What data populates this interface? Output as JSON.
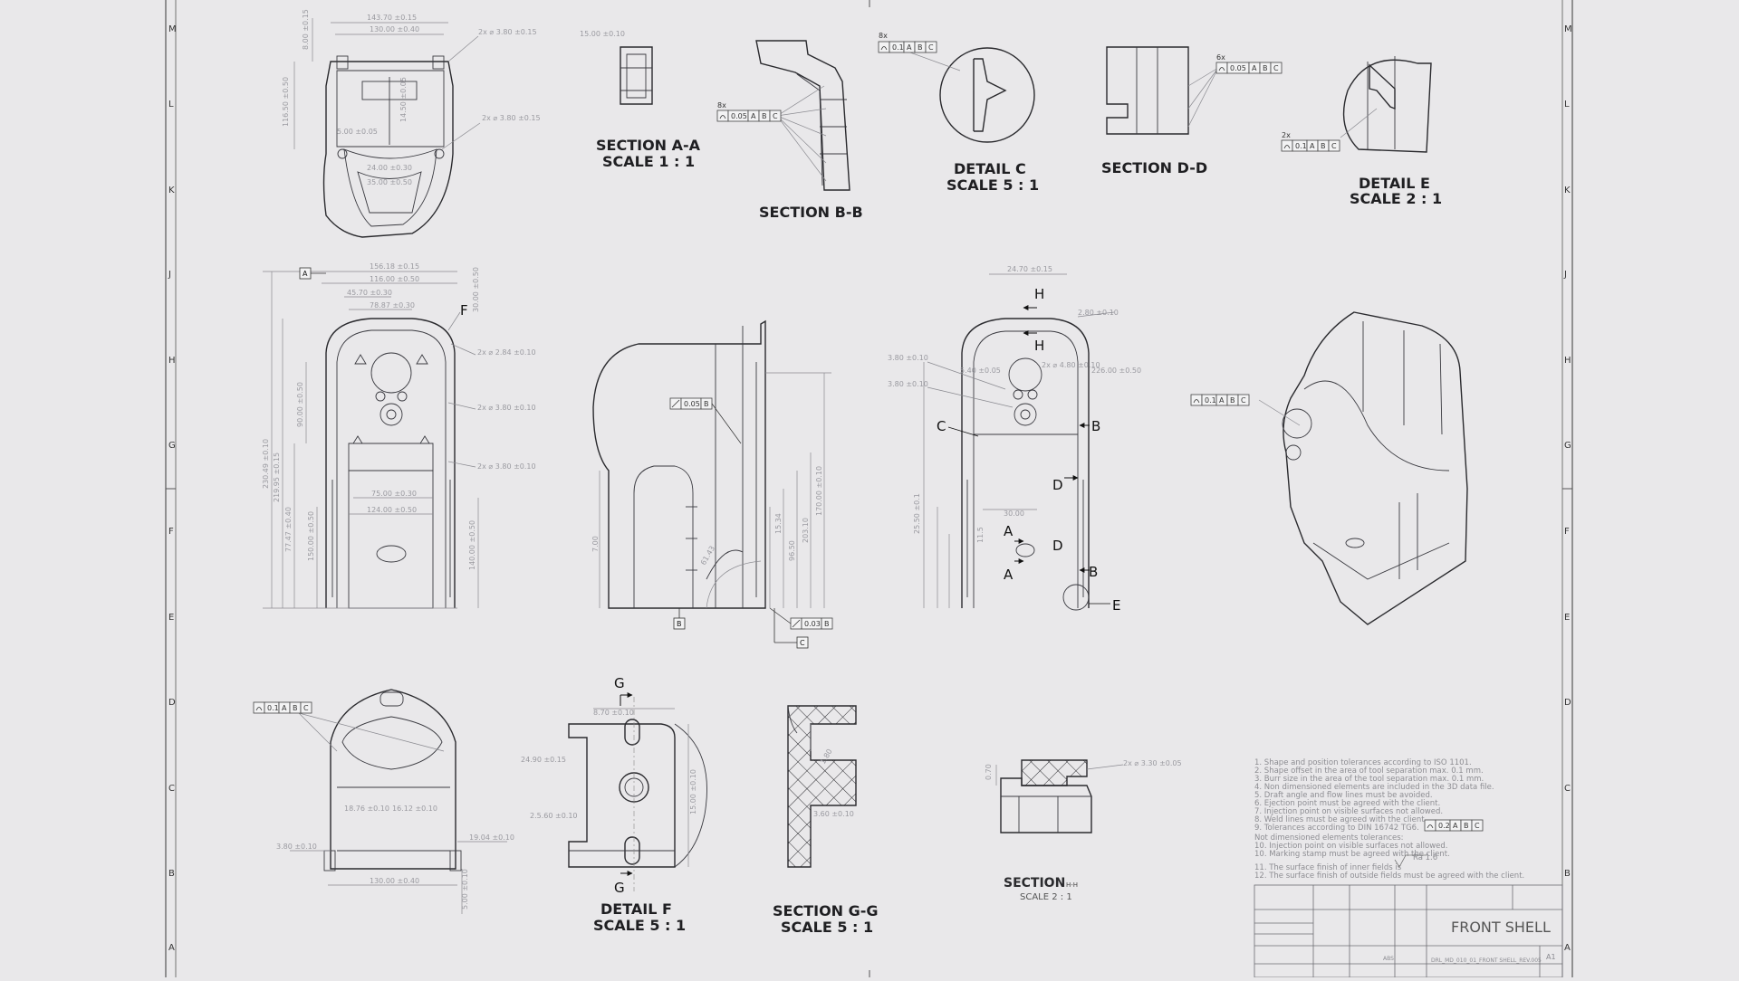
{
  "sheet": {
    "zones_left": [
      "M",
      "L",
      "K",
      "J",
      "H",
      "G",
      "F",
      "E",
      "D",
      "C",
      "B",
      "A"
    ],
    "zones_right": [
      "M",
      "L",
      "K",
      "J",
      "H",
      "G",
      "F",
      "E",
      "D",
      "C",
      "B",
      "A"
    ]
  },
  "views": {
    "section_aa": {
      "title": "SECTION A-A",
      "scale": "SCALE 1 : 1"
    },
    "section_bb": {
      "title": "SECTION B-B"
    },
    "detail_c": {
      "title": "DETAIL C",
      "scale": "SCALE 5 : 1"
    },
    "section_dd": {
      "title": "SECTION D-D"
    },
    "detail_e": {
      "title": "DETAIL E",
      "scale": "SCALE 2 : 1"
    },
    "detail_f": {
      "title": "DETAIL F",
      "scale": "SCALE 5 : 1"
    },
    "section_gg": {
      "title": "SECTION G-G",
      "scale": "SCALE 5 : 1"
    },
    "section_hh": {
      "title": "SECTION",
      "title_suffix": "H-H",
      "scale": "SCALE 2 : 1"
    }
  },
  "callouts": {
    "a": "A",
    "b": "B",
    "c": "C",
    "d": "D",
    "e": "E",
    "f": "F",
    "g": "G",
    "h": "H"
  },
  "gdt": {
    "profile_01_abc": [
      "0.1",
      "A",
      "B",
      "C"
    ],
    "profile_005_abc": [
      "0.05",
      "A",
      "B",
      "C"
    ],
    "flat_003_b": [
      "0.03",
      "B"
    ],
    "flat_005_b": [
      "0.05",
      "B"
    ],
    "count_2x": "2x",
    "count_6x": "6x",
    "count_8x": "8x",
    "datum_a": "A",
    "datum_b": "B",
    "datum_c": "C"
  },
  "dimensions": {
    "top_view": [
      "143.70 ±0.15",
      "130.00 ±0.40",
      "116.50 ±0.50",
      "8.00 ±0.15",
      "2x  ⌀ 3.80 ±0.15",
      "2x  ⌀ 3.80 ±0.15",
      "5.00 ±0.05",
      "24.00 ±0.30",
      "35.00 ±0.50",
      "14.50 ±0.05"
    ],
    "front_view": [
      "156.18 ±0.15",
      "116.00 ±0.50",
      "45.70 ±0.30",
      "78.87 ±0.30",
      "2x  ⌀ 2.84 ±0.10",
      "2x  ⌀ 3.80 ±0.10",
      "2x  ⌀ 3.80 ±0.10",
      "75.00 ±0.30",
      "124.00 ±0.50",
      "230.49 ±0.10",
      "219.95 ±0.15",
      "77.47 ±0.40",
      "90.00 ±0.50",
      "150.00 ±0.50",
      "140.00 ±0.50",
      "30.00 ±0.50"
    ],
    "rear_view": [
      "24.70 ±0.15",
      "2.80 ±0.10",
      "3.80 ±0.10",
      "3.80 ±0.10",
      "5.40 ±0.05",
      "2x  ⌀ 4.80 ±0.10",
      "226.00 ±0.50",
      "25.50 ±0.1",
      "30.00",
      "11.5"
    ],
    "bottom_view": [
      "0.1",
      "18.76 ±0.10",
      "16.12 ±0.10",
      "3.80 ±0.10",
      "19.04 ±0.10",
      "130.00 ±0.40",
      "5.00 ±0.10"
    ],
    "detail_f": [
      "8.70 ±0.10",
      "24.90 ±0.15",
      "2.5.60 ±0.10",
      "15.00 ±0.10"
    ],
    "section_gg": [
      "1.80",
      "3.60 ±0.10"
    ],
    "section_hh": [
      "2x  ⌀ 3.30 ±0.05",
      "0.70"
    ],
    "side_view": [
      "7.00",
      "15.34",
      "96.50",
      "170.00 ±0.10",
      "203.10",
      "61.43"
    ]
  },
  "notes": [
    "1. Shape and position tolerances according to ISO 1101.",
    "2. Shape offset in the area of tool separation max. 0.1 mm.",
    "3. Burr size in the area of the tool separation max. 0.1 mm.",
    "4. Non dimensioned elements are included in the 3D data file.",
    "5. Draft angle and flow lines must be avoided.",
    "6. Ejection point must be agreed with the client.",
    "7. Injection point on visible surfaces not allowed.",
    "8. Weld lines must be agreed with the client.",
    "9. Tolerances according to DIN 16742 TG6.",
    "Not dimensioned elements tolerances:",
    "10. Injection point on visible surfaces not allowed.",
    "10. Marking stamp must be agreed with the client.",
    "11. The surface finish of inner fields is",
    "12. The surface finish of outside fields must be agreed with the client."
  ],
  "notes_gdt": [
    "0.2",
    "A",
    "B",
    "C"
  ],
  "notes_roughness": "Ra 1.6",
  "title_block": {
    "title": "FRONT SHELL",
    "drawing_number": "DRL_MD_010_01_FRONT SHELL_REV.005",
    "size": "A1",
    "material": "ABS"
  }
}
